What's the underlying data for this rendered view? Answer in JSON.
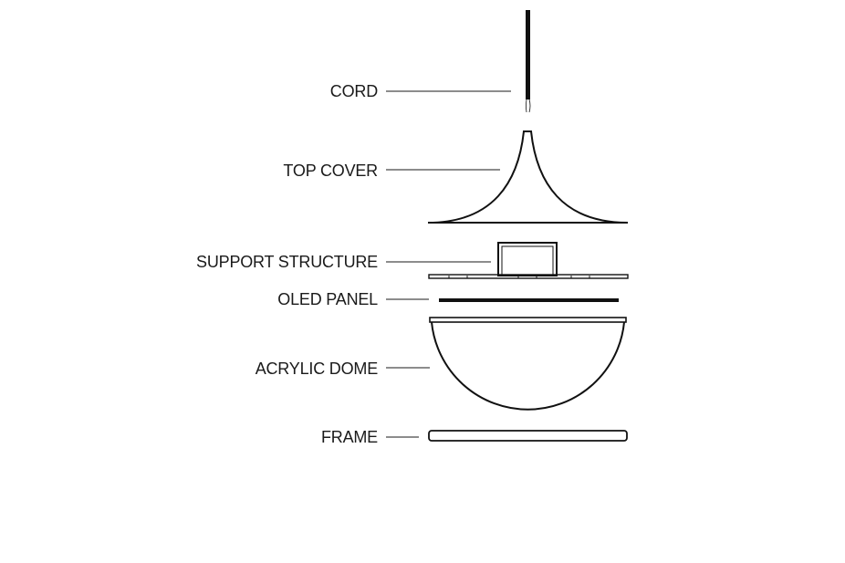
{
  "diagram": {
    "labels": {
      "cord": "CORD",
      "top_cover": "TOP COVER",
      "support_structure": "SUPPORT STRUCTURE",
      "oled_panel": "OLED PANEL",
      "acrylic_dome": "ACRYLIC DOME",
      "frame": "FRAME"
    },
    "line_color": "#111111",
    "background": "#ffffff"
  }
}
